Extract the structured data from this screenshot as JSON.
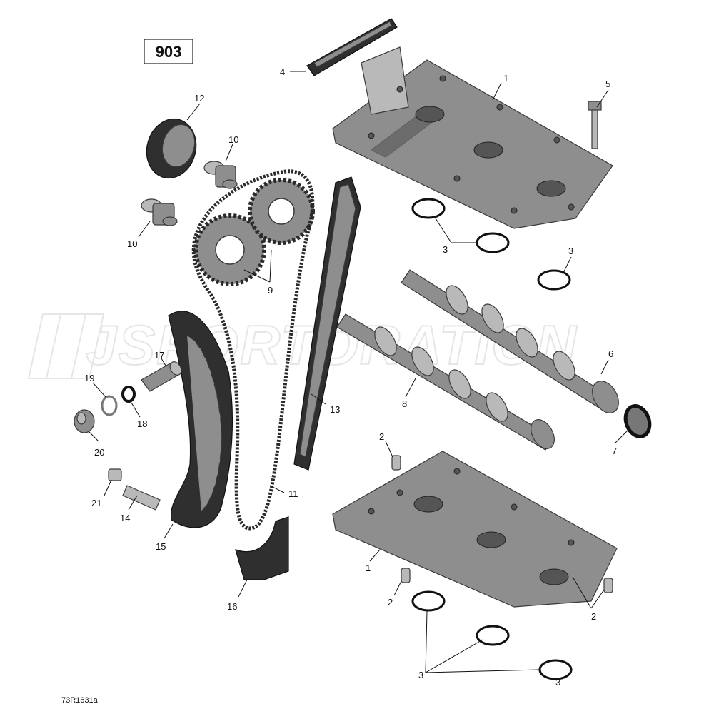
{
  "diagram": {
    "ref_number": "903",
    "figure_code": "73R1631a",
    "watermark": "JSPORTORATION",
    "callouts": [
      "1",
      "1",
      "2",
      "2",
      "2",
      "3",
      "3",
      "3",
      "3",
      "4",
      "5",
      "6",
      "7",
      "8",
      "9",
      "10",
      "10",
      "11",
      "12",
      "13",
      "14",
      "15",
      "16",
      "17",
      "18",
      "19",
      "20",
      "21"
    ]
  }
}
